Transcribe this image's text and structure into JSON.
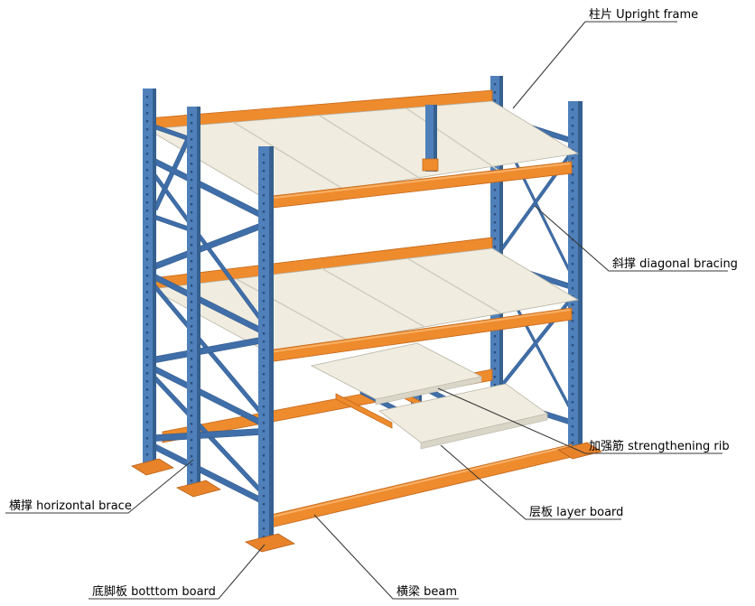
{
  "diagram": {
    "subject": "storage-rack-parts-diagram",
    "colors": {
      "post_blue": "#4f80ba",
      "post_dark_blue": "#35608f",
      "brace_blue": "#3f6ea8",
      "beam_orange": "#ee8b2d",
      "board_cream": "#f0ecdf",
      "leader_line": "#3a3a3a",
      "background": "#ffffff"
    },
    "labels": [
      {
        "name": "upright-frame",
        "zh": "柱片",
        "en": "Upright frame",
        "text": "柱片 Upright frame"
      },
      {
        "name": "diagonal-bracing",
        "zh": "斜撑",
        "en": "diagonal bracing",
        "text": "斜撑 diagonal bracing"
      },
      {
        "name": "strengthening-rib",
        "zh": "加强筋",
        "en": "strengthening rib",
        "text": "加强筋 strengthening rib"
      },
      {
        "name": "layer-board",
        "zh": "层板",
        "en": "layer board",
        "text": "层板 layer board"
      },
      {
        "name": "beam",
        "zh": "横梁",
        "en": "beam",
        "text": "横梁 beam"
      },
      {
        "name": "bottom-board",
        "zh": "底脚板",
        "en": "botttom board",
        "text": "底脚板 botttom board"
      },
      {
        "name": "horizontal-brace",
        "zh": "横撑",
        "en": "horizontal brace",
        "text": "横撑 horizontal brace"
      }
    ]
  }
}
